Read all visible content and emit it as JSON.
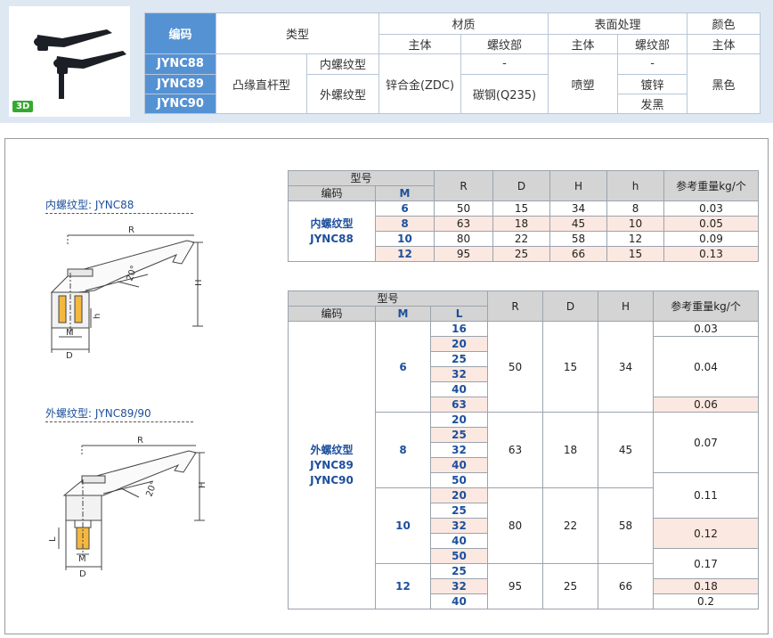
{
  "badge": "3D",
  "spec_table": {
    "h_code": "编码",
    "h_type": "类型",
    "h_material": "材质",
    "h_surface": "表面处理",
    "h_color": "颜色",
    "sub_main": "主体",
    "sub_thread": "螺纹部",
    "codes": [
      "JYNC88",
      "JYNC89",
      "JYNC90"
    ],
    "type_main": "凸缘直杆型",
    "thread_internal": "内螺纹型",
    "thread_external": "外螺纹型",
    "material_main": "锌合金(ZDC)",
    "material_thread_88": "-",
    "material_thread_89_90": "碳钢(Q235)",
    "surface_main": "喷塑",
    "surface_thread": [
      "-",
      "镀锌",
      "发黑"
    ],
    "color_main": "黑色"
  },
  "section1": {
    "label": "内螺纹型: JYNC88",
    "dims": {
      "R": "R",
      "angle": "20°",
      "H": "H",
      "h": "h",
      "M": "M",
      "D": "D"
    }
  },
  "section2": {
    "label": "外螺纹型: JYNC89/90",
    "dims": {
      "R": "R",
      "angle": "20°",
      "H": "H",
      "L": "L",
      "M": "M",
      "D": "D"
    }
  },
  "table1": {
    "h_model": "型号",
    "h_code": "编码",
    "h_M": "M",
    "h_R": "R",
    "h_D": "D",
    "h_H": "H",
    "h_h": "h",
    "h_weight": "参考重量kg/个",
    "code_line1": "内螺纹型",
    "code_line2": "JYNC88",
    "rows": [
      {
        "M": "6",
        "R": "50",
        "D": "15",
        "H": "34",
        "h": "8",
        "w": "0.03"
      },
      {
        "M": "8",
        "R": "63",
        "D": "18",
        "H": "45",
        "h": "10",
        "w": "0.05"
      },
      {
        "M": "10",
        "R": "80",
        "D": "22",
        "H": "58",
        "h": "12",
        "w": "0.09"
      },
      {
        "M": "12",
        "R": "95",
        "D": "25",
        "H": "66",
        "h": "15",
        "w": "0.13"
      }
    ]
  },
  "table2": {
    "h_model": "型号",
    "h_code": "编码",
    "h_M": "M",
    "h_L": "L",
    "h_R": "R",
    "h_D": "D",
    "h_H": "H",
    "h_weight": "参考重量kg/个",
    "code_line1": "外螺纹型",
    "code_line2": "JYNC89",
    "code_line3": "JYNC90",
    "groups": [
      {
        "M": "6",
        "R": "50",
        "D": "15",
        "H": "34",
        "L": [
          "16",
          "20",
          "25",
          "32",
          "40",
          "63"
        ],
        "w": [
          "0.03",
          "0.04",
          "0.06"
        ]
      },
      {
        "M": "8",
        "R": "63",
        "D": "18",
        "H": "45",
        "L": [
          "20",
          "25",
          "32",
          "40",
          "50"
        ],
        "w": [
          "0.07"
        ]
      },
      {
        "M": "10",
        "R": "80",
        "D": "22",
        "H": "58",
        "L": [
          "20",
          "25",
          "32",
          "40",
          "50"
        ],
        "w": [
          "0.11",
          "0.12",
          "0.17"
        ]
      },
      {
        "M": "12",
        "R": "95",
        "D": "25",
        "H": "66",
        "L": [
          "25",
          "32",
          "40"
        ],
        "w": [
          "0.18",
          "0.2"
        ]
      }
    ]
  }
}
